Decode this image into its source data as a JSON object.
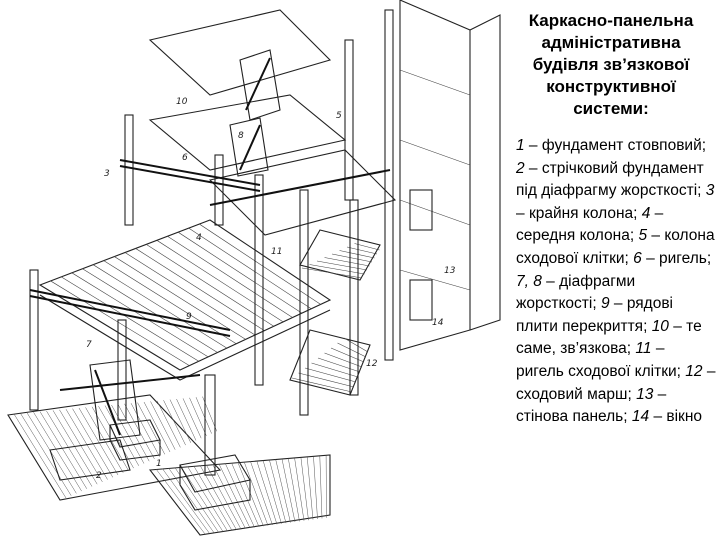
{
  "title": "Каркасно-панельна адміністративна будівля зв’язкової конструктивної системи:",
  "legend": [
    {
      "num": "1",
      "text": "фундамент стовповий;"
    },
    {
      "num": "2",
      "text": "стрічковий фундамент під діафрагму жорсткості;"
    },
    {
      "num": "3",
      "text": "крайня колона;"
    },
    {
      "num": "4",
      "text": "середня колона;"
    },
    {
      "num": "5",
      "text": "колона сходової клітки;"
    },
    {
      "num": "6",
      "text": "ригель;"
    },
    {
      "num": "7, 8",
      "text": "діафрагми жорсткості;"
    },
    {
      "num": "9",
      "text": "рядові плити перекриття;"
    },
    {
      "num": "10",
      "text": "те саме, зв’язкова;"
    },
    {
      "num": "11",
      "text": "ригель сходової клітки;"
    },
    {
      "num": "12",
      "text": "сходовий марш;"
    },
    {
      "num": "13",
      "text": "стінова панель;"
    },
    {
      "num": "14",
      "text": "вікно"
    }
  ],
  "callouts": [
    "1",
    "2",
    "3",
    "4",
    "5",
    "6",
    "7",
    "8",
    "9",
    "10",
    "11",
    "12",
    "13",
    "14"
  ]
}
